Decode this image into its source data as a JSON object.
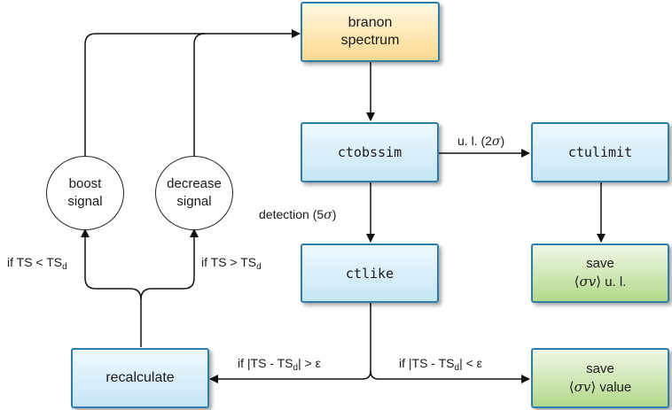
{
  "nodes": {
    "spectrum": {
      "line1": "branon",
      "line2": "spectrum"
    },
    "ctobssim": {
      "label": "ctobssim"
    },
    "ctulimit": {
      "label": "ctulimit"
    },
    "ctlike": {
      "label": "ctlike"
    },
    "save_ul": {
      "line1": "save",
      "sym_left": "⟨",
      "sigma": "σ",
      "nu": "v",
      "sym_right": "⟩",
      "suffix": " u. l."
    },
    "save_value": {
      "line1": "save",
      "sym_left": "⟨",
      "sigma": "σ",
      "nu": "v",
      "sym_right": "⟩",
      "suffix": " value"
    },
    "recalculate": {
      "label": "recalculate"
    },
    "boost": {
      "line1": "boost",
      "line2": "signal"
    },
    "decrease": {
      "line1": "decrease",
      "line2": "signal"
    }
  },
  "edges": {
    "upper_limit": {
      "prefix": "u. l. (2",
      "sym": "σ",
      "suffix": ")"
    },
    "detection": {
      "prefix": "detection (5",
      "sym": "σ",
      "suffix": ")"
    },
    "ts_less": {
      "prefix": "if TS < TS",
      "sub": "d"
    },
    "ts_greater": {
      "prefix": "if TS > TS",
      "sub": "d"
    },
    "abs_greater": {
      "prefix": "if |TS - TS",
      "sub": "d",
      "suffix": "| > ε"
    },
    "abs_less": {
      "prefix": "if |TS - TS",
      "sub": "d",
      "suffix": "| < ε"
    }
  },
  "colors": {
    "border": "#2d7eaa",
    "blue": "#c6e6f5",
    "yellow": "#fcd98f",
    "green": "#b2d98a",
    "line": "#111111"
  }
}
